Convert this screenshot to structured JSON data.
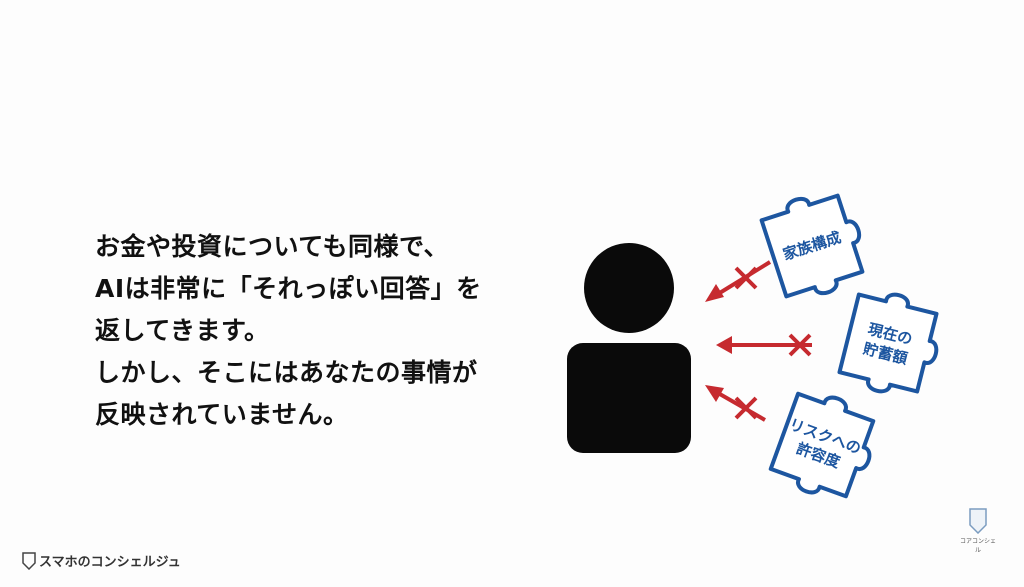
{
  "message": {
    "lines": [
      "お金や投資についても同様で、",
      "AIは非常に「それっぽい回答」を",
      "返してきます。",
      "しかし、そこにはあなたの事情が",
      "反映されていません。"
    ]
  },
  "puzzles": [
    {
      "line1": "家族構成",
      "line2": ""
    },
    {
      "line1": "現在の",
      "line2": "貯蓄額"
    },
    {
      "line1": "リスクへの",
      "line2": "許容度"
    }
  ],
  "colors": {
    "arrow": "#c62a2f",
    "puzzle": "#1d56a0",
    "person": "#0a0a0a"
  },
  "footer": {
    "brand": "スマホのコンシェルジュ",
    "corner_brand": "コアコンシェル"
  }
}
